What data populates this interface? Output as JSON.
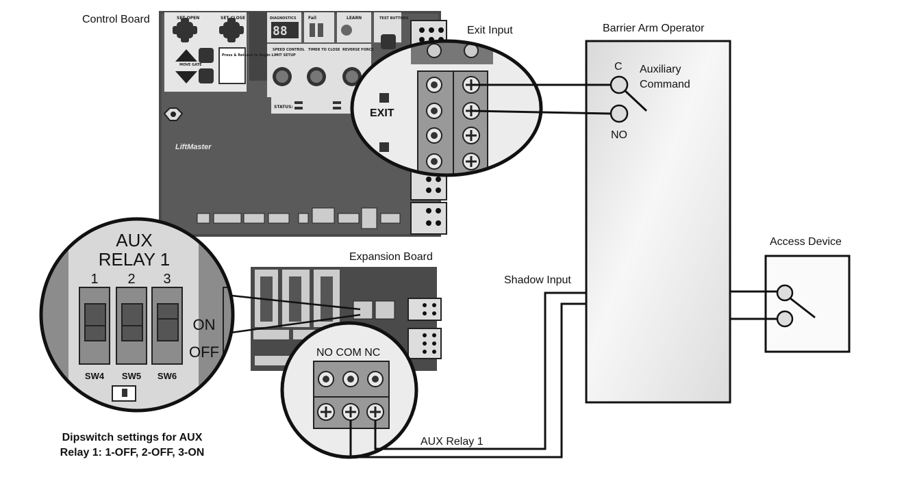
{
  "labels": {
    "control_board": "Control Board",
    "exit_input": "Exit Input",
    "barrier_arm_operator": "Barrier Arm Operator",
    "terminal_c": "C",
    "terminal_no": "NO",
    "auxiliary": "Auxiliary",
    "command": "Command",
    "access_device": "Access Device",
    "shadow_input": "Shadow Input",
    "expansion_board": "Expansion Board",
    "aux_relay_wire": "AUX Relay 1",
    "relay_terminals": "NO COM NC",
    "exit_switch": "EXIT",
    "caption_line1": "Dipswitch settings for AUX",
    "caption_line2": "Relay 1: 1-OFF, 2-OFF, 3-ON"
  },
  "dipswitch_panel": {
    "title_line1": "AUX",
    "title_line2": "RELAY 1",
    "numbers": [
      "1",
      "2",
      "3"
    ],
    "on_label": "ON",
    "off_label": "OFF",
    "switch_names": [
      "SW4",
      "SW5",
      "SW6"
    ],
    "settings": [
      "OFF",
      "OFF",
      "ON"
    ]
  },
  "control_board": {
    "btn_set_open": "SET OPEN",
    "btn_set_close": "SET CLOSE",
    "diagnostics": "DIAGNOSTICS",
    "diag_digits": "88",
    "fail": "Fail",
    "learn": "LEARN",
    "test_buttons": "TEST BUTTONS",
    "move_gate": "MOVE GATE",
    "press_release": "Press & Release to Begin LIMIT SETUP",
    "speed_control": "SPEED CONTROL",
    "timer_to_close": "TIMER TO CLOSE",
    "reverse_force": "REVERSE FORCE",
    "status": "STATUS:",
    "brand": "LiftMaster"
  },
  "colors": {
    "board_dark": "#4a4a4a",
    "panel_gray": "#8c8c8c",
    "light_gray": "#d8d8d8",
    "wire": "#111111"
  }
}
